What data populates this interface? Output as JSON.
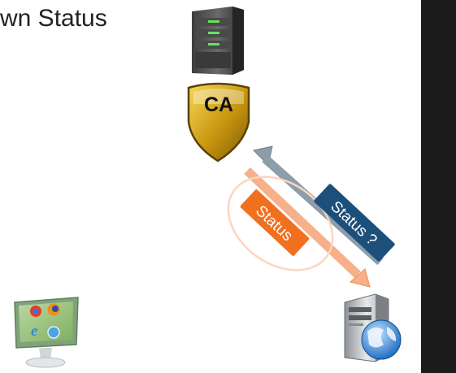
{
  "slide": {
    "title": "wn Status"
  },
  "ca_badge": {
    "label": "CA"
  },
  "arrows": {
    "request_label": "Status ?",
    "response_label": "Status"
  },
  "icons": {
    "server": "server-rack-icon",
    "ca": "ca-shield-icon",
    "browser": "browser-monitor-icon",
    "web_server": "web-server-globe-icon"
  },
  "colors": {
    "request_badge": "#1c4f7a",
    "response_badge": "#f07020",
    "request_arrow": "#8d9daa",
    "response_arrow": "#f6b08a",
    "shield_gold": "#d6a514",
    "dark_panel": "#1b1b1b"
  }
}
